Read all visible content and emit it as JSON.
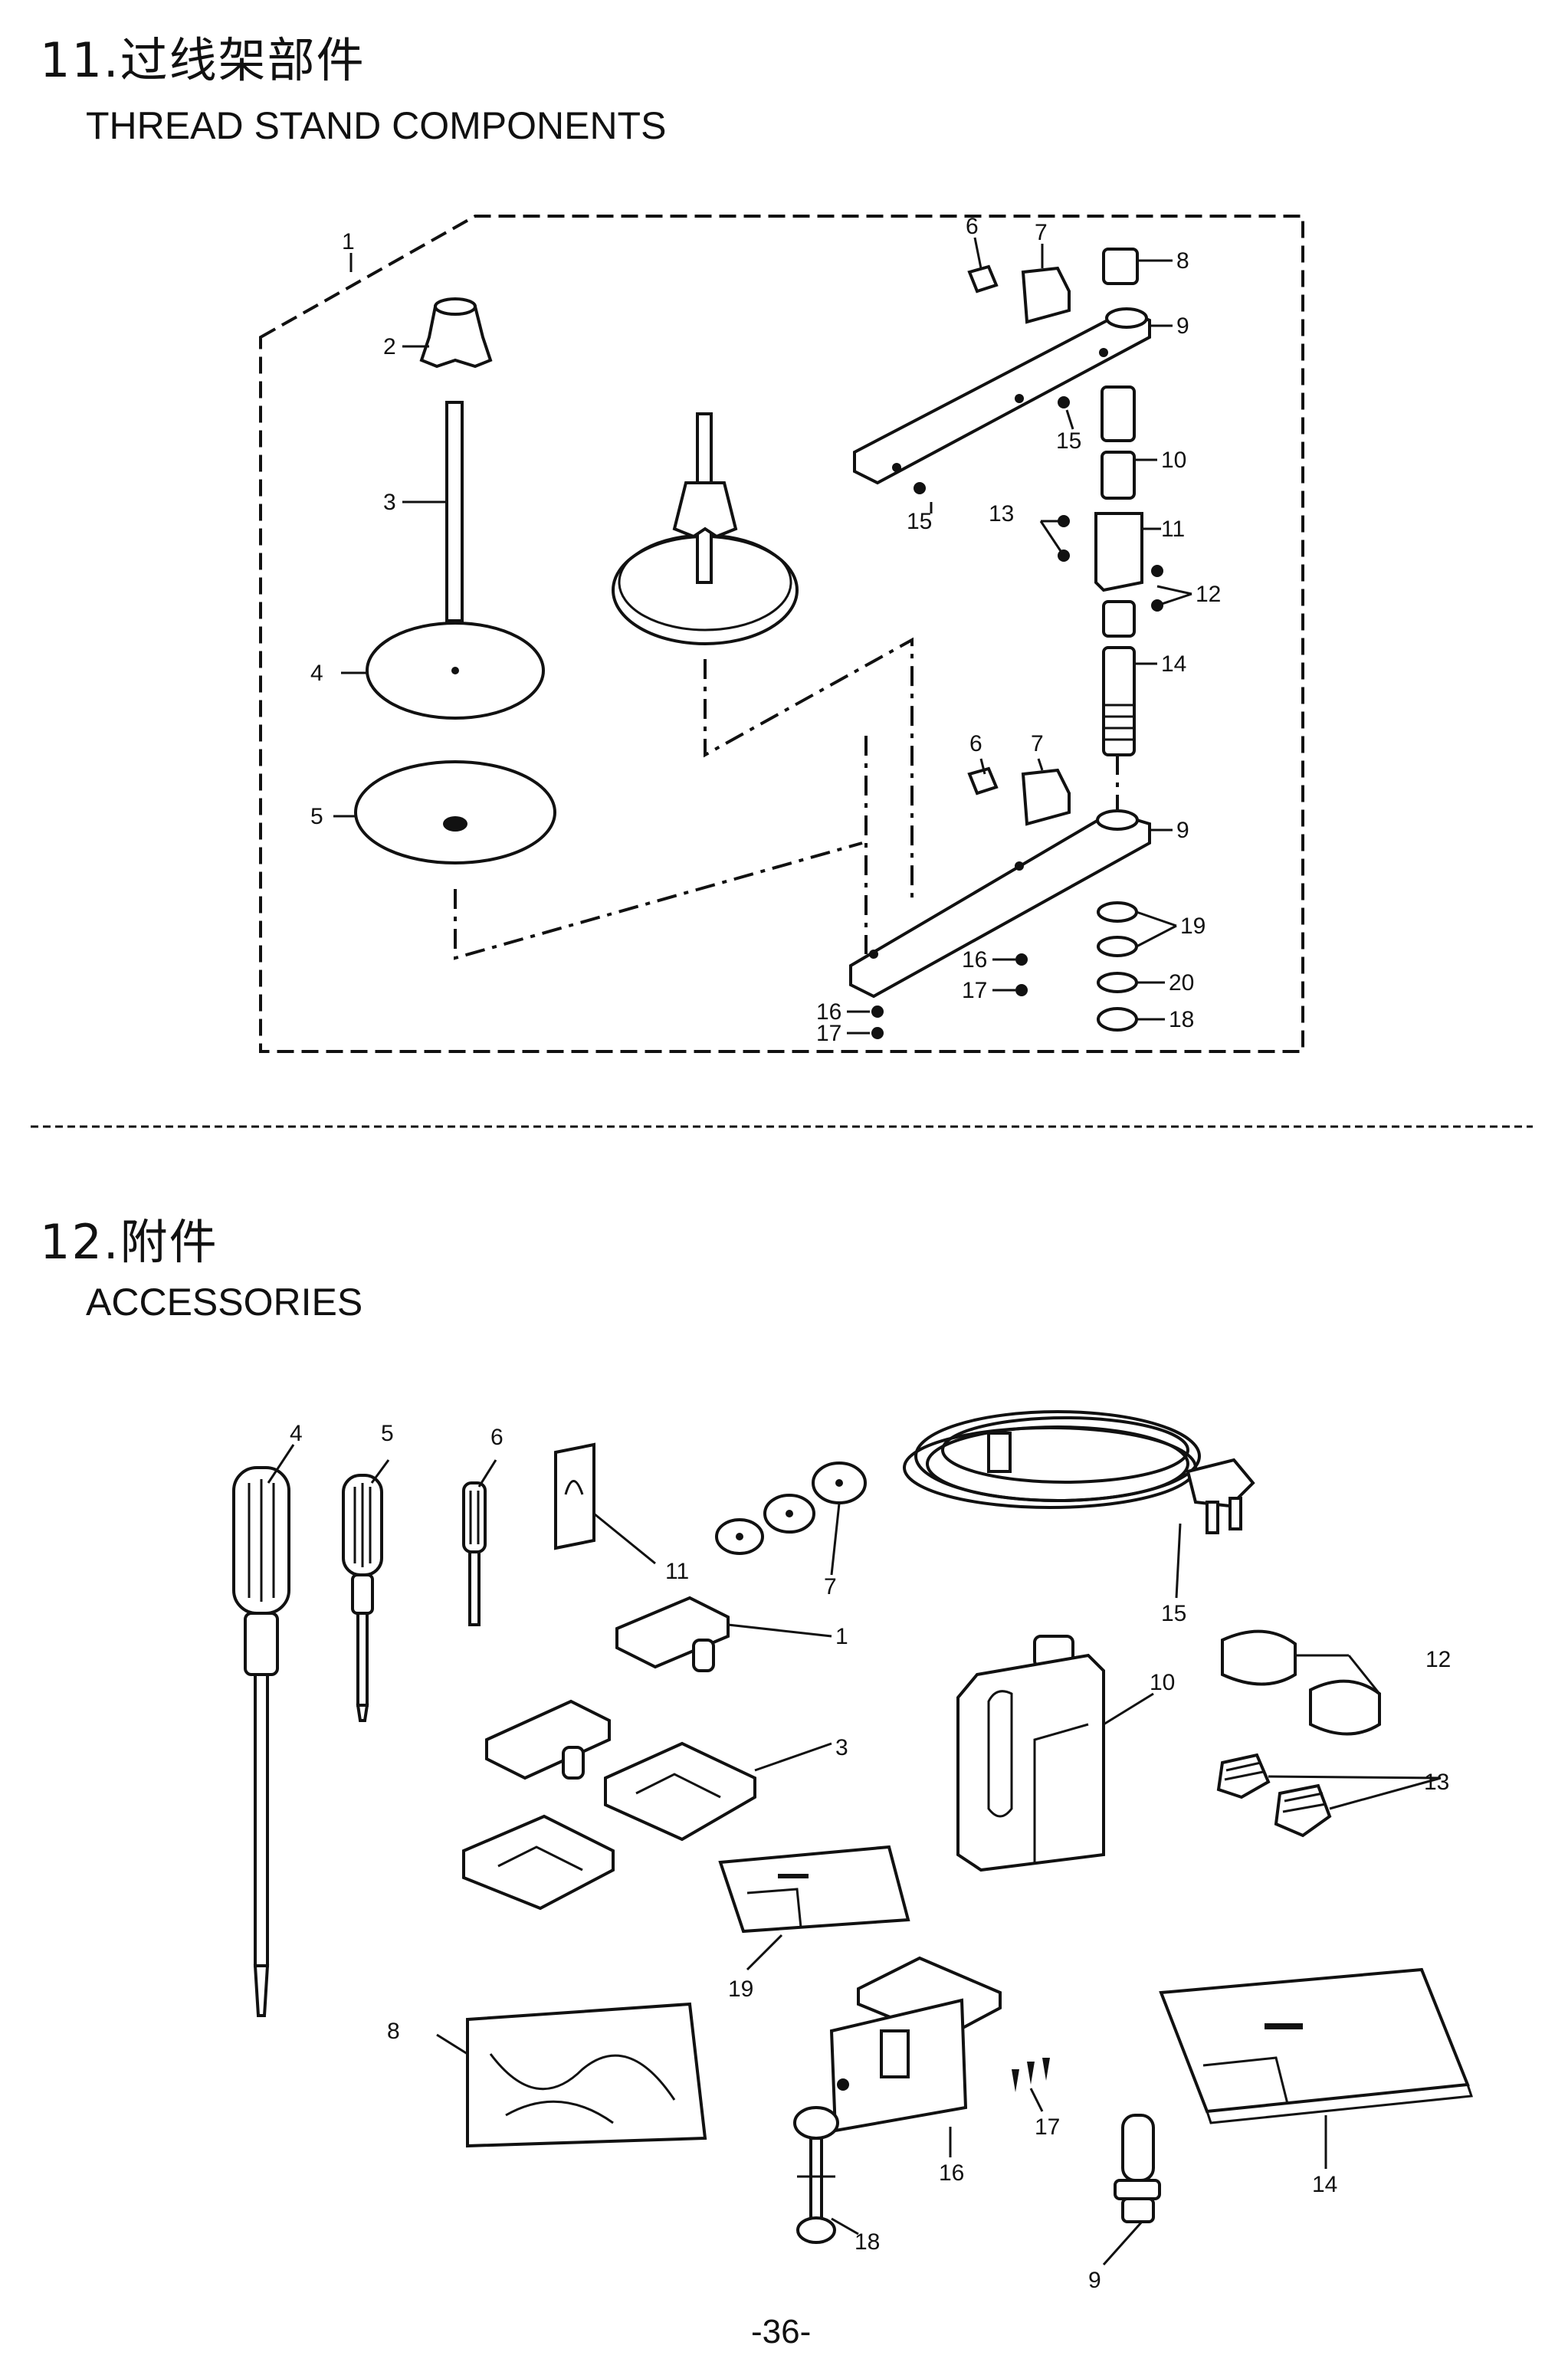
{
  "section1": {
    "title_cn": "11.过线架部件",
    "title_en": "THREAD STAND COMPONENTS",
    "callouts": {
      "c1": "1",
      "c2": "2",
      "c3": "3",
      "c4": "4",
      "c5": "5",
      "c6a": "6",
      "c7a": "7",
      "c8": "8",
      "c9a": "9",
      "c15a": "15",
      "c10": "10",
      "c15b": "15",
      "c13": "13",
      "c11": "11",
      "c12": "12",
      "c14": "14",
      "c6b": "6",
      "c7b": "7",
      "c9b": "9",
      "c19": "19",
      "c16a": "16",
      "c17a": "17",
      "c20": "20",
      "c16b": "16",
      "c17b": "17",
      "c18": "18"
    }
  },
  "section2": {
    "title_cn": "12.附件",
    "title_en": "ACCESSORIES",
    "callouts": {
      "c4": "4",
      "c5": "5",
      "c6": "6",
      "c11": "11",
      "c7": "7",
      "c15": "15",
      "c1": "1",
      "c3": "3",
      "c12": "12",
      "c10": "10",
      "c13": "13",
      "c19": "19",
      "c8": "8",
      "c16": "16",
      "c17": "17",
      "c14": "14",
      "c18": "18",
      "c9": "9"
    }
  },
  "page_number": "-36-"
}
